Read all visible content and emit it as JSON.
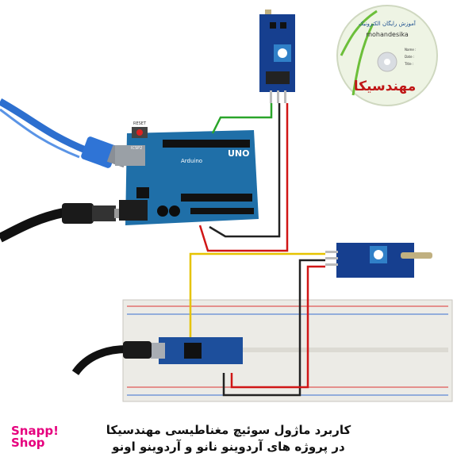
{
  "caption": {
    "line1": "کاربرد ماژول سوئیچ مغناطیسی مهندسیکا",
    "line2": "در پروژه های آردوینو نانو و آردوینو اونو"
  },
  "brand": {
    "line1": "Snapp!",
    "line2": "Shop"
  },
  "board": {
    "uno_label": "UNO",
    "arduino_label": "Arduino",
    "reset_label": "RESET",
    "icsp_label": "ICSP2"
  },
  "disc": {
    "top_text": "آموزش رایگان الکترونیک",
    "site": "mohandesika",
    "fields": [
      "Name :",
      "Date :",
      "Title :"
    ],
    "logo_text": "مهندسیکا"
  },
  "colors": {
    "board_blue": "#1f6fa8",
    "module_blue": "#163f8f",
    "wire_green": "#2aa52a",
    "wire_yellow": "#e6c300",
    "wire_red": "#d01616",
    "wire_black": "#222222",
    "brand": "#e6007e"
  }
}
